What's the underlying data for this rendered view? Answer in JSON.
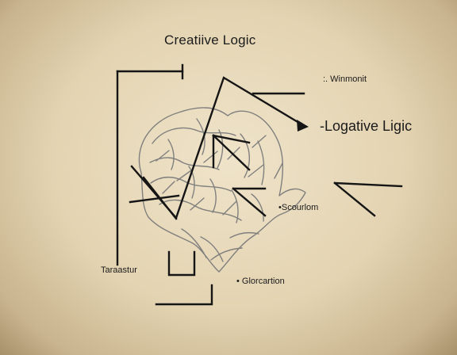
{
  "diagram": {
    "title": "Creatiive Logic",
    "labels": {
      "top_right": ":. Winmonit",
      "right_main": "-Logative Ligic",
      "middle_right": "•Scourlom",
      "left_bottom": "Taraastur",
      "bottom_right": "• Glorcartion"
    }
  },
  "style": {
    "ink": "#151515",
    "sketch": "#7b7b7b",
    "paper": "#e7d8b8"
  },
  "icons": {
    "brain": "brain-sketch-icon",
    "arrow": "arrow-icon"
  }
}
